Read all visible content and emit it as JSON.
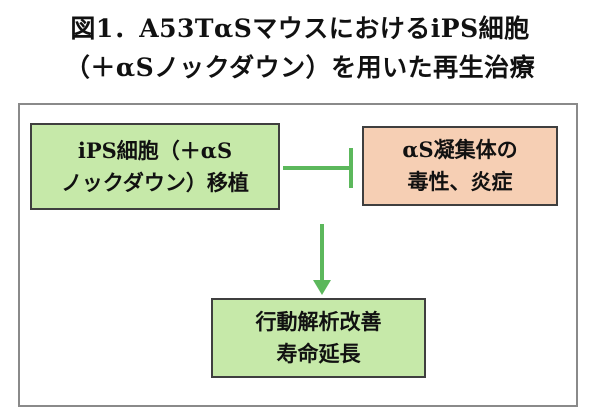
{
  "title": {
    "line1": "図1．A53TαSマウスにおけるiPS細胞",
    "line2": "（＋αSノックダウン）を用いた再生治療"
  },
  "boxes": {
    "ips": {
      "line1": "iPS細胞（＋αS",
      "line2": "ノックダウン）移植"
    },
    "alpha_syn": {
      "line1": "αS凝集体の",
      "line2": "毒性、炎症"
    },
    "behavior": {
      "line1": "行動解析改善",
      "line2": "寿命延長"
    }
  },
  "colors": {
    "arrow": "#5cb85c",
    "green_box": "#c6e9a9",
    "peach_box": "#f6cfb4",
    "frame_border": "#8a8a8a"
  }
}
